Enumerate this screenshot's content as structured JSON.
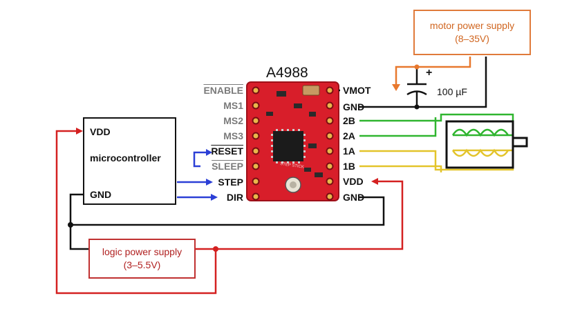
{
  "diagram": {
    "title": "A4988",
    "left_pins": [
      "ENABLE",
      "MS1",
      "MS2",
      "MS3",
      "RESET",
      "SLEEP",
      "STEP",
      "DIR"
    ],
    "right_pins": [
      "VMOT",
      "GND",
      "2B",
      "2A",
      "1A",
      "1B",
      "VDD",
      "GND"
    ],
    "microcontroller": {
      "label": "microcontroller",
      "vdd": "VDD",
      "gnd": "GND"
    },
    "motor_supply": {
      "line1": "motor power supply",
      "line2": "(8–35V)"
    },
    "logic_supply": {
      "line1": "logic power supply",
      "line2": "(3–5.5V)"
    },
    "capacitor": {
      "label": "100 µF",
      "polarity": "+"
    },
    "board_silkscreen": [
      "STEP STICK"
    ],
    "colors": {
      "motor_supply": "#e8782d",
      "logic_supply": "#d42020",
      "signal_blue": "#2b3fd6",
      "coil_green": "#2fb52f",
      "coil_yellow": "#e3c42a",
      "board_red": "#d81e2a",
      "ground": "#111111"
    }
  }
}
